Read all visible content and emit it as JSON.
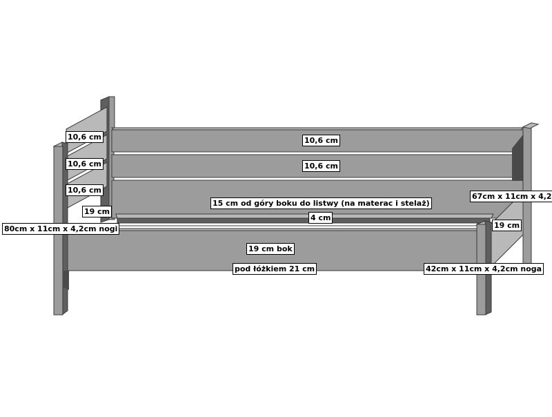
{
  "colors": {
    "wood_front": "#9c9c9c",
    "wood_dark": "#5f5f5f",
    "wood_light": "#b9b9b9",
    "outline": "#3a3a3a",
    "background": "#ffffff",
    "label_border": "#000000"
  },
  "labels": {
    "headboard_slat_1": "10,6 cm",
    "headboard_slat_2": "10,6 cm",
    "headboard_slat_3": "10,6 cm",
    "head_side_height": "19 cm",
    "head_leg_size": "80cm x 11cm x 4,2cm nogi",
    "back_slat_1": "10,6 cm",
    "back_slat_2": "10,6 cm",
    "mattress_note": "15 cm od góry boku do listwy (na materac i stelaż)",
    "batten": "4 cm",
    "front_side": "19 cm bok",
    "under_bed": "pod łóżkiem 21 cm",
    "foot_tall_leg_size": "67cm x 11cm x 4,2",
    "foot_side_height": "19 cm",
    "foot_leg_size": "42cm x 11cm x 4,2cm noga"
  }
}
